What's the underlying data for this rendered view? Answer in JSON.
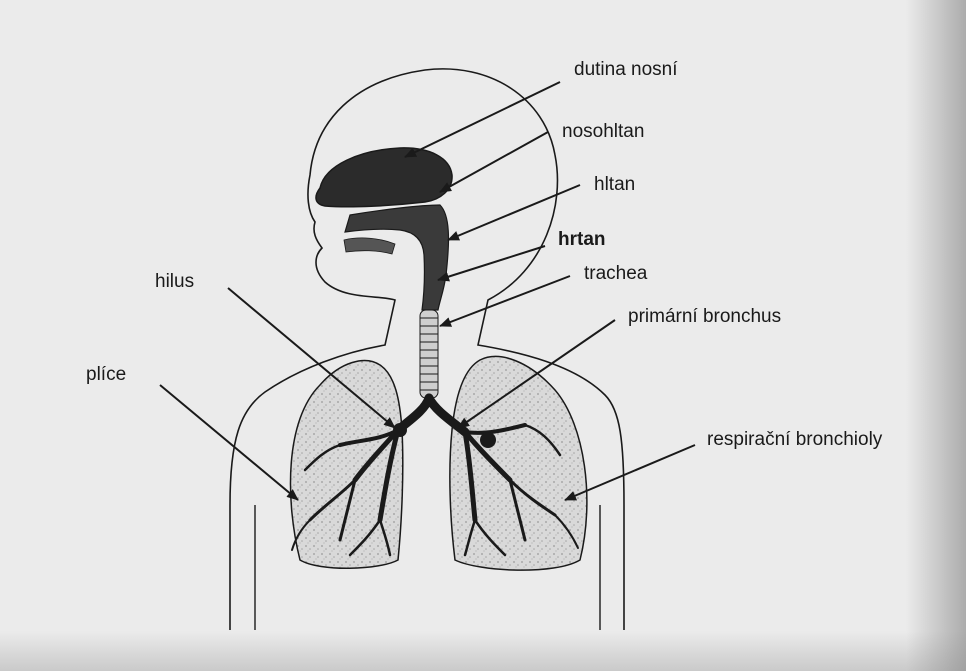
{
  "labels": {
    "dutina_nosni": "dutina nosní",
    "nosohltan": "nosohltan",
    "hltan": "hltan",
    "hrtan": "hrtan",
    "trachea": "trachea",
    "hilus": "hilus",
    "primarni_bronchus": "primární bronchus",
    "plice": "plíce",
    "respiracni_bronchioly": "respirační bronchioly"
  },
  "colors": {
    "paper": "#ebebeb",
    "ink": "#1a1a1a",
    "lung_fill": "#d6d6d6",
    "nasal_fill": "#2b2b2b"
  }
}
